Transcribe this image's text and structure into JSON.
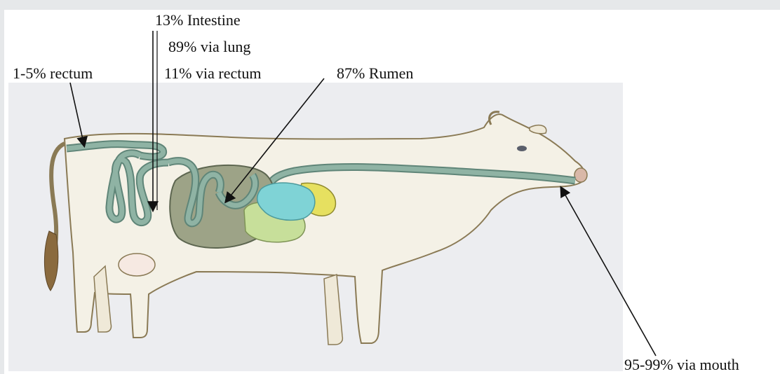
{
  "labels": {
    "intestine": "13% Intestine",
    "lung": "89% via lung",
    "rectum_small": "1-5% rectum",
    "rectum_large": "11% via rectum",
    "rumen": "87% Rumen",
    "mouth": "95-99% via mouth"
  },
  "colors": {
    "background": "#e6e8ea",
    "panel": "#ecedf0",
    "cow_body": "#f4f1e6",
    "cow_outline": "#8a7a55",
    "tract": "#7fa495",
    "rumen": "#9da387",
    "reticulum": "#7fd3d6",
    "omasum": "#c7df9a",
    "abomasum": "#e6e060",
    "arrow": "#111111"
  }
}
